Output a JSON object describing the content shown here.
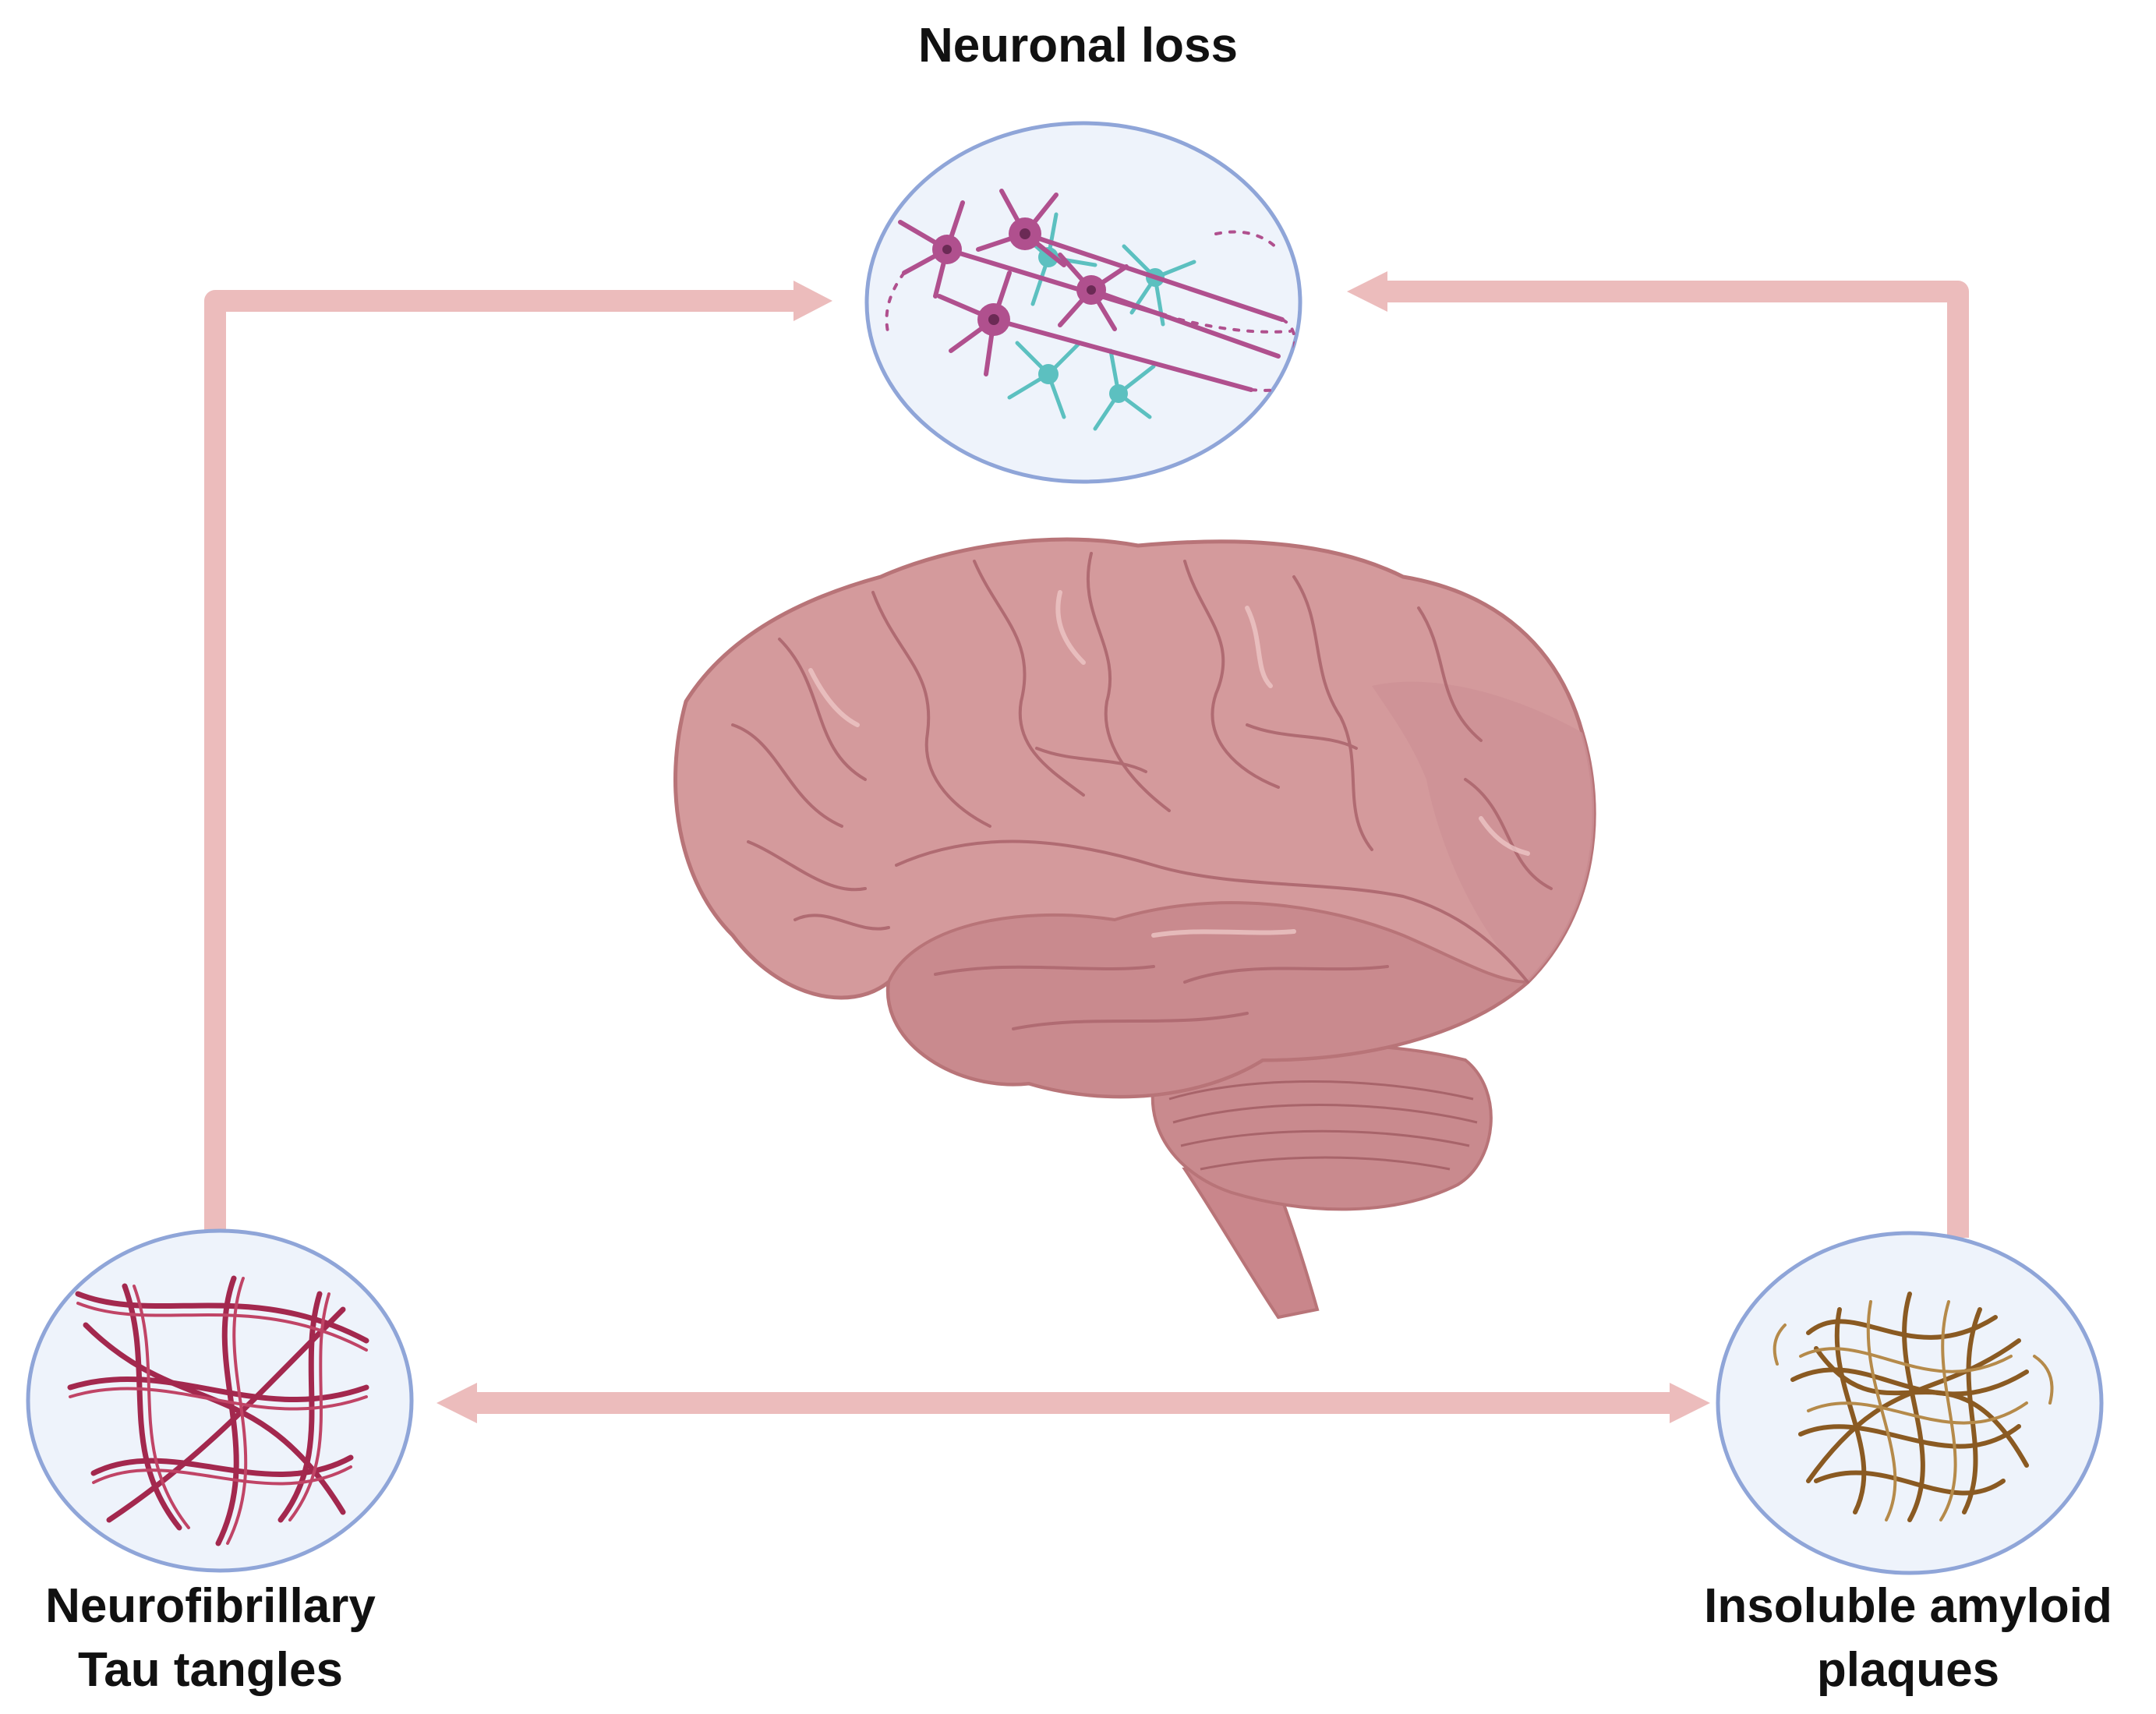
{
  "nodes": {
    "top": {
      "label": "Neuronal loss",
      "icon": "neurons-icon"
    },
    "left": {
      "label_line1": "Neurofibrillary",
      "label_line2": "Tau tangles",
      "icon": "tau-tangles-icon"
    },
    "right": {
      "label_line1": "Insoluble amyloid",
      "label_line2": "plaques",
      "icon": "amyloid-plaques-icon"
    }
  },
  "center": {
    "icon": "brain-icon"
  },
  "colors": {
    "arrow": "#ecbcbc",
    "circle_fill": "#eef3fb",
    "circle_stroke": "#8fa5d8",
    "brain": "#d49a9c",
    "brain_dark": "#b87478",
    "neuron_magenta": "#b0508e",
    "neuron_teal": "#5cc0c0",
    "tau": "#a3284e",
    "amyloid": "#8a5a22"
  }
}
